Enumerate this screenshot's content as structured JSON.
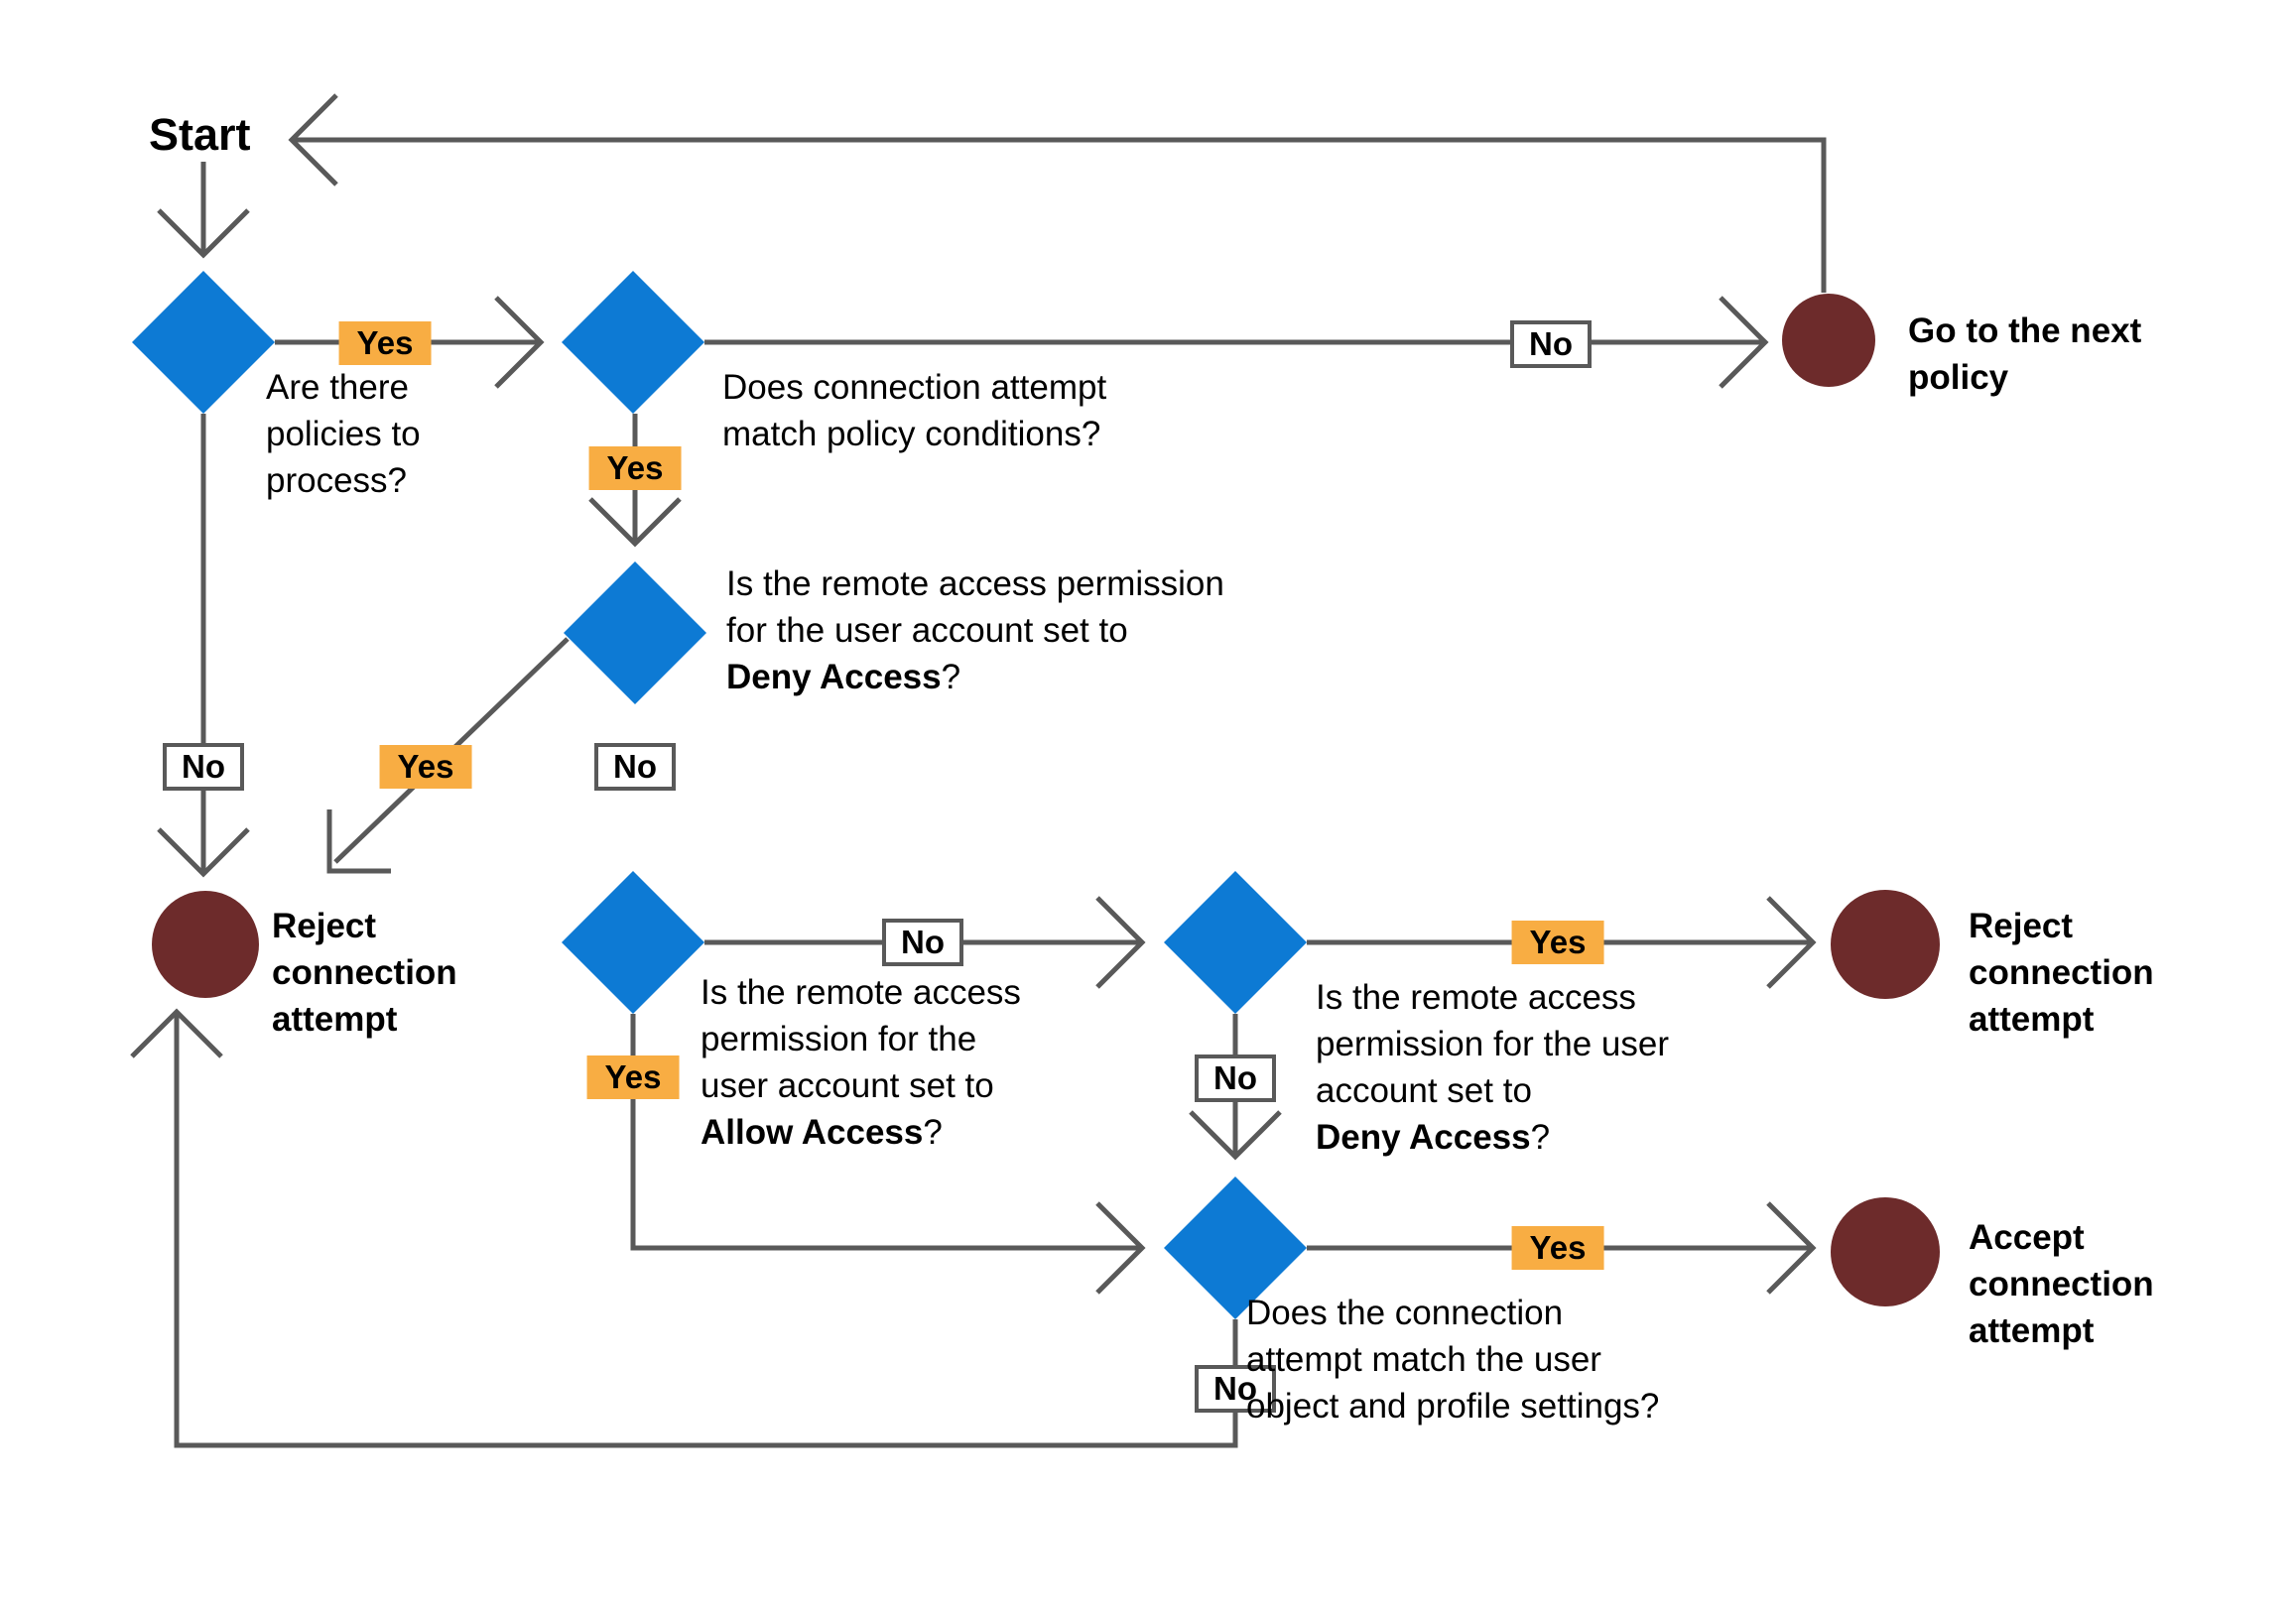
{
  "colors": {
    "diamond_fill": "#0d7ad4",
    "terminal_fill": "#6d2b2b",
    "yes_label_bg": "#f8ad43",
    "connector": "#595959",
    "no_label_bg": "#ffffff",
    "text": "#000000"
  },
  "labels": {
    "start": "Start",
    "yes": "Yes",
    "no": "No"
  },
  "questions": {
    "q1": {
      "lines": [
        "Are there",
        "policies to",
        "process?"
      ]
    },
    "q2": {
      "lines": [
        "Does connection attempt",
        "match policy conditions?"
      ]
    },
    "q3": {
      "lines": [
        "Is the remote access permission",
        "for the user account set to"
      ],
      "bold": "Deny Access",
      "suffix": "?"
    },
    "q4": {
      "lines": [
        "Is the remote access",
        "permission for the",
        "user account set to"
      ],
      "bold": "Allow Access",
      "suffix": "?"
    },
    "q5": {
      "lines": [
        "Is the remote access",
        "permission for the user",
        "account set to"
      ],
      "bold": "Deny Access",
      "suffix": "?"
    },
    "q6": {
      "lines": [
        "Does the connection",
        "attempt match the user",
        "object and profile settings?"
      ]
    }
  },
  "terminals": {
    "next_policy": {
      "lines": [
        "Go to the next",
        "policy"
      ]
    },
    "reject_left": {
      "lines": [
        "Reject",
        "connection",
        "attempt"
      ]
    },
    "reject_right": {
      "lines": [
        "Reject",
        "connection",
        "attempt"
      ]
    },
    "accept": {
      "lines": [
        "Accept",
        "connection",
        "attempt"
      ]
    }
  }
}
